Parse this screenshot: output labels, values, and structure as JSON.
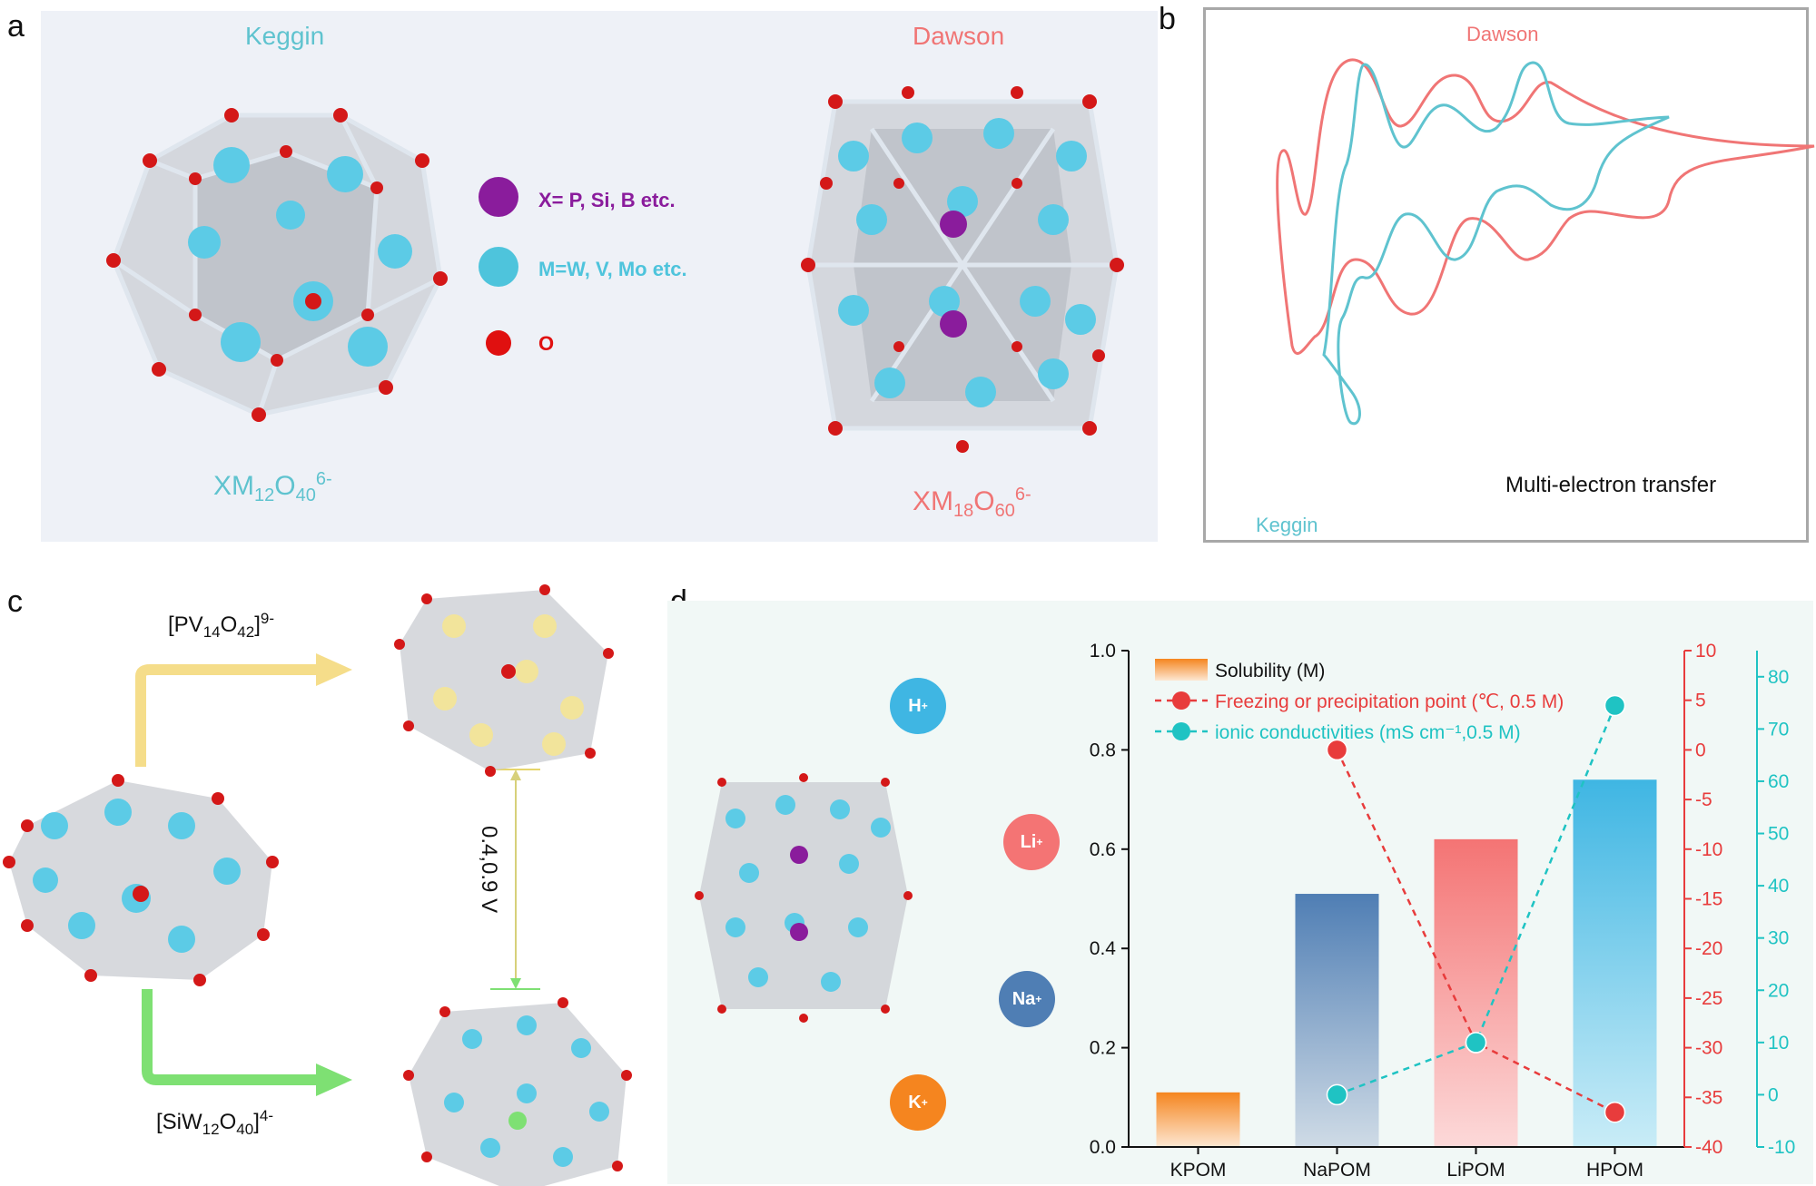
{
  "panels": {
    "a": "a",
    "b": "b",
    "c": "c",
    "d": "d"
  },
  "panel_a": {
    "keggin_name": "Keggin",
    "dawson_name": "Dawson",
    "keggin_formula": {
      "base": "XM",
      "s1": "12",
      "m": "O",
      "s2": "40",
      "sup": "6-"
    },
    "dawson_formula": {
      "base": "XM",
      "s1": "18",
      "m": "O",
      "s2": "60",
      "sup": "6-"
    },
    "legend": [
      {
        "text": "X= P, Si, B etc.",
        "color": "#8a1c9c"
      },
      {
        "text": "M=W, V, Mo etc.",
        "color": "#4ec4dc"
      },
      {
        "text": "O",
        "color": "#e01010"
      }
    ]
  },
  "panel_b": {
    "dawson_label": "Dawson",
    "keggin_label": "Keggin",
    "caption": "Multi-electron transfer",
    "colors": {
      "dawson": "#f07575",
      "keggin": "#5fc3cf"
    }
  },
  "panel_c": {
    "top_formula": {
      "pre": "[PV",
      "s1": "14",
      "m": "O",
      "s2": "42",
      "post": "]",
      "sup": "9-"
    },
    "bottom_formula": {
      "pre": "[SiW",
      "s1": "12",
      "m": "O",
      "s2": "40",
      "post": "]",
      "sup": "4-"
    },
    "voltage": "0.4,0.9 V"
  },
  "panel_d": {
    "ions": [
      {
        "label": "H",
        "sup": "+",
        "color": "#3fb6e3"
      },
      {
        "label": "Li",
        "sup": "+",
        "color": "#f47474"
      },
      {
        "label": "Na",
        "sup": "+",
        "color": "#4f7eb4"
      },
      {
        "label": "K",
        "sup": "+",
        "color": "#f5851f"
      }
    ]
  },
  "chart_data": {
    "type": "bar",
    "categories": [
      "KPOM",
      "NaPOM",
      "LiPOM",
      "HPOM"
    ],
    "bar_colors": [
      "#f5851f",
      "#4f7eb4",
      "#f47474",
      "#3fb6e3"
    ],
    "series": [
      {
        "name": "Solubility (M)",
        "axis": "left",
        "values": [
          0.11,
          0.51,
          0.62,
          0.74
        ]
      },
      {
        "name": "Freezing or precipitation point (℃, 0.5 M)",
        "axis": "right1",
        "values": [
          null,
          0,
          -29.5,
          -36.5
        ],
        "color": "#e83c3c"
      },
      {
        "name": "ionic conductivities (mS cm⁻¹,0.5 M)",
        "axis": "right2",
        "values": [
          null,
          0,
          10,
          74.5
        ],
        "color": "#1fc3c3"
      }
    ],
    "left_axis": {
      "range": [
        0.0,
        1.0
      ],
      "ticks": [
        "0.0",
        "0.2",
        "0.4",
        "0.6",
        "0.8",
        "1.0"
      ]
    },
    "right1_axis": {
      "range": [
        -40,
        10
      ],
      "ticks": [
        "-40",
        "-35",
        "-30",
        "-25",
        "-20",
        "-15",
        "-10",
        "-5",
        "0",
        "5",
        "10"
      ],
      "color": "#e83c3c"
    },
    "right2_axis": {
      "range": [
        -10,
        85
      ],
      "ticks": [
        "-10",
        "0",
        "10",
        "20",
        "30",
        "40",
        "50",
        "60",
        "70",
        "80"
      ],
      "color": "#1fc3c3"
    },
    "legend_position": "top-left"
  }
}
